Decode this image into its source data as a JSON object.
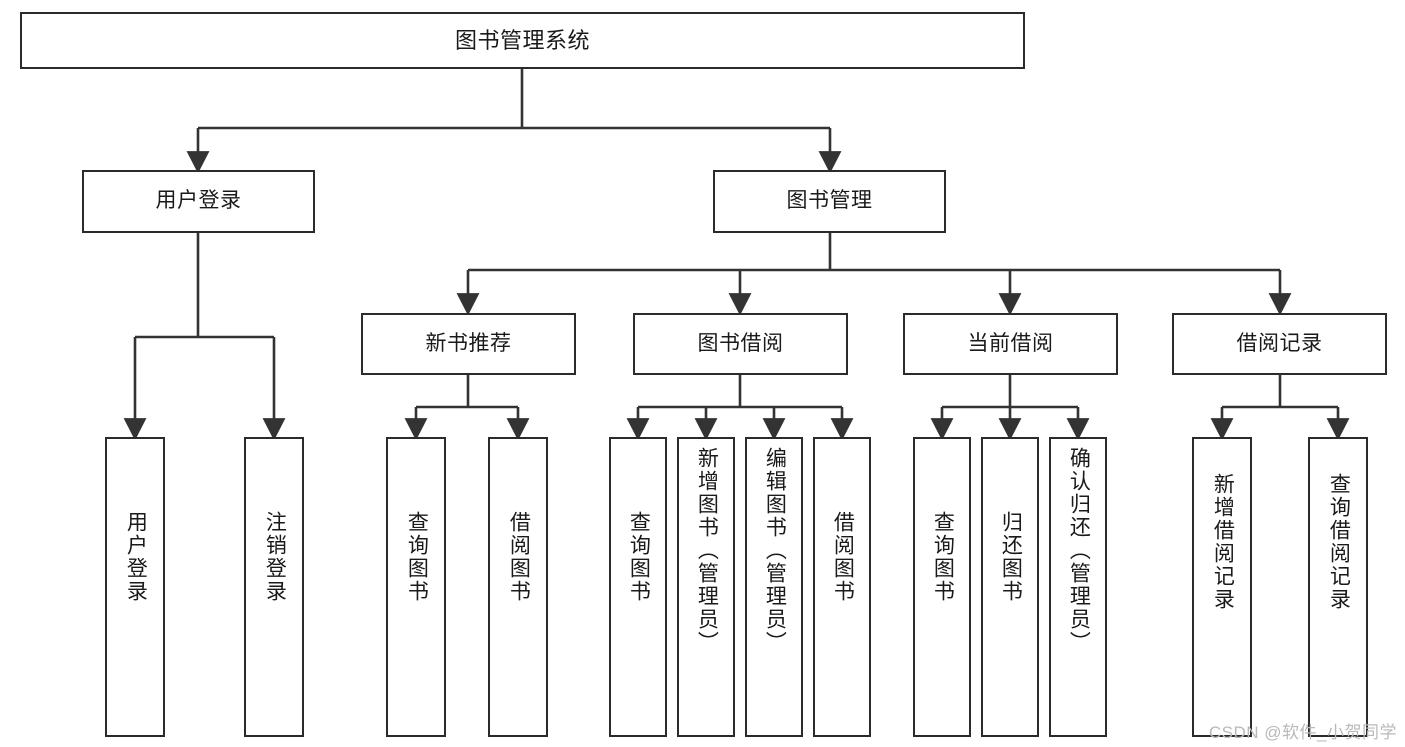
{
  "diagram": {
    "type": "tree-hierarchy-diagram",
    "title": "图书管理系统",
    "theme": {
      "background": "#ffffff",
      "box_border": "#2b2b2b",
      "box_fill": "#ffffff",
      "connector": "#333333",
      "text": "#1a1a1a",
      "watermark": "#b9b9b9"
    },
    "nodes": {
      "root": {
        "label": "图书管理系统",
        "level": 1,
        "orientation": "horizontal"
      },
      "user_login": {
        "label": "用户登录",
        "level": 2,
        "orientation": "horizontal"
      },
      "book_manage": {
        "label": "图书管理",
        "level": 2,
        "orientation": "horizontal"
      },
      "new_book_rec": {
        "label": "新书推荐",
        "level": 3,
        "orientation": "horizontal"
      },
      "book_borrow": {
        "label": "图书借阅",
        "level": 3,
        "orientation": "horizontal"
      },
      "current_borrow": {
        "label": "当前借阅",
        "level": 3,
        "orientation": "horizontal"
      },
      "borrow_record": {
        "label": "借阅记录",
        "level": 3,
        "orientation": "horizontal"
      },
      "leaf_user_login": {
        "label": "用户登录",
        "level": 4,
        "orientation": "vertical"
      },
      "leaf_logout": {
        "label": "注销登录",
        "level": 4,
        "orientation": "vertical"
      },
      "leaf_query_book_1": {
        "label": "查询图书",
        "level": 4,
        "orientation": "vertical"
      },
      "leaf_borrow_book_1": {
        "label": "借阅图书",
        "level": 4,
        "orientation": "vertical"
      },
      "leaf_query_book_2": {
        "label": "查询图书",
        "level": 4,
        "orientation": "vertical"
      },
      "leaf_add_book": {
        "label": "新增图书（管理员）",
        "level": 4,
        "orientation": "vertical"
      },
      "leaf_edit_book": {
        "label": "编辑图书（管理员）",
        "level": 4,
        "orientation": "vertical"
      },
      "leaf_borrow_book_2": {
        "label": "借阅图书",
        "level": 4,
        "orientation": "vertical"
      },
      "leaf_query_book_3": {
        "label": "查询图书",
        "level": 4,
        "orientation": "vertical"
      },
      "leaf_return_book": {
        "label": "归还图书",
        "level": 4,
        "orientation": "vertical"
      },
      "leaf_confirm_return": {
        "label": "确认归还（管理员）",
        "level": 4,
        "orientation": "vertical"
      },
      "leaf_add_record": {
        "label": "新增借阅记录",
        "level": 4,
        "orientation": "vertical"
      },
      "leaf_query_record": {
        "label": "查询借阅记录",
        "level": 4,
        "orientation": "vertical"
      }
    },
    "edges": [
      {
        "from": "root",
        "to": "user_login"
      },
      {
        "from": "root",
        "to": "book_manage"
      },
      {
        "from": "user_login",
        "to": "leaf_user_login"
      },
      {
        "from": "user_login",
        "to": "leaf_logout"
      },
      {
        "from": "book_manage",
        "to": "new_book_rec"
      },
      {
        "from": "book_manage",
        "to": "book_borrow"
      },
      {
        "from": "book_manage",
        "to": "current_borrow"
      },
      {
        "from": "book_manage",
        "to": "borrow_record"
      },
      {
        "from": "new_book_rec",
        "to": "leaf_query_book_1"
      },
      {
        "from": "new_book_rec",
        "to": "leaf_borrow_book_1"
      },
      {
        "from": "book_borrow",
        "to": "leaf_query_book_2"
      },
      {
        "from": "book_borrow",
        "to": "leaf_add_book"
      },
      {
        "from": "book_borrow",
        "to": "leaf_edit_book"
      },
      {
        "from": "book_borrow",
        "to": "leaf_borrow_book_2"
      },
      {
        "from": "current_borrow",
        "to": "leaf_query_book_3"
      },
      {
        "from": "current_borrow",
        "to": "leaf_return_book"
      },
      {
        "from": "current_borrow",
        "to": "leaf_confirm_return"
      },
      {
        "from": "borrow_record",
        "to": "leaf_add_record"
      },
      {
        "from": "borrow_record",
        "to": "leaf_query_record"
      }
    ],
    "watermark": "CSDN @软件_小贺同学"
  }
}
